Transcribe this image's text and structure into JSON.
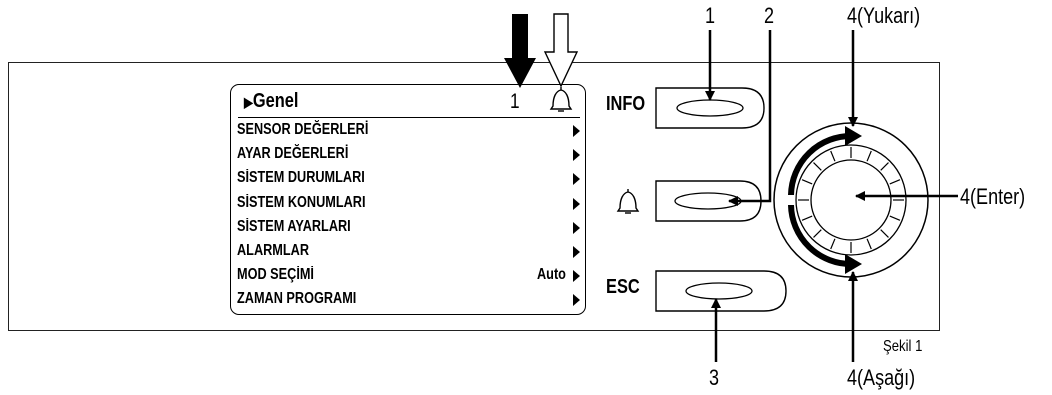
{
  "display": {
    "title": "Genel",
    "title_marker": "▶",
    "page_number": "1",
    "items": [
      {
        "label": "SENSOR DEĞERLERİ",
        "value": ""
      },
      {
        "label": "AYAR DEĞERLERİ",
        "value": ""
      },
      {
        "label": "SİSTEM DURUMLARI",
        "value": ""
      },
      {
        "label": "SİSTEM KONUMLARI",
        "value": ""
      },
      {
        "label": "SİSTEM AYARLARI",
        "value": ""
      },
      {
        "label": "ALARMLAR",
        "value": ""
      },
      {
        "label": "MOD SEÇİMİ",
        "value": "Auto"
      },
      {
        "label": "ZAMAN PROGRAMI",
        "value": ""
      }
    ]
  },
  "buttons": {
    "info_label": "INFO",
    "alarm_icon": "bell-icon",
    "esc_label": "ESC"
  },
  "callouts": {
    "info": "1",
    "alarm": "2",
    "esc": "3",
    "up": "4(Yukarı)",
    "enter": "4(Enter)",
    "down": "4(Aşağı)"
  },
  "figure_caption": "Şekil 1"
}
